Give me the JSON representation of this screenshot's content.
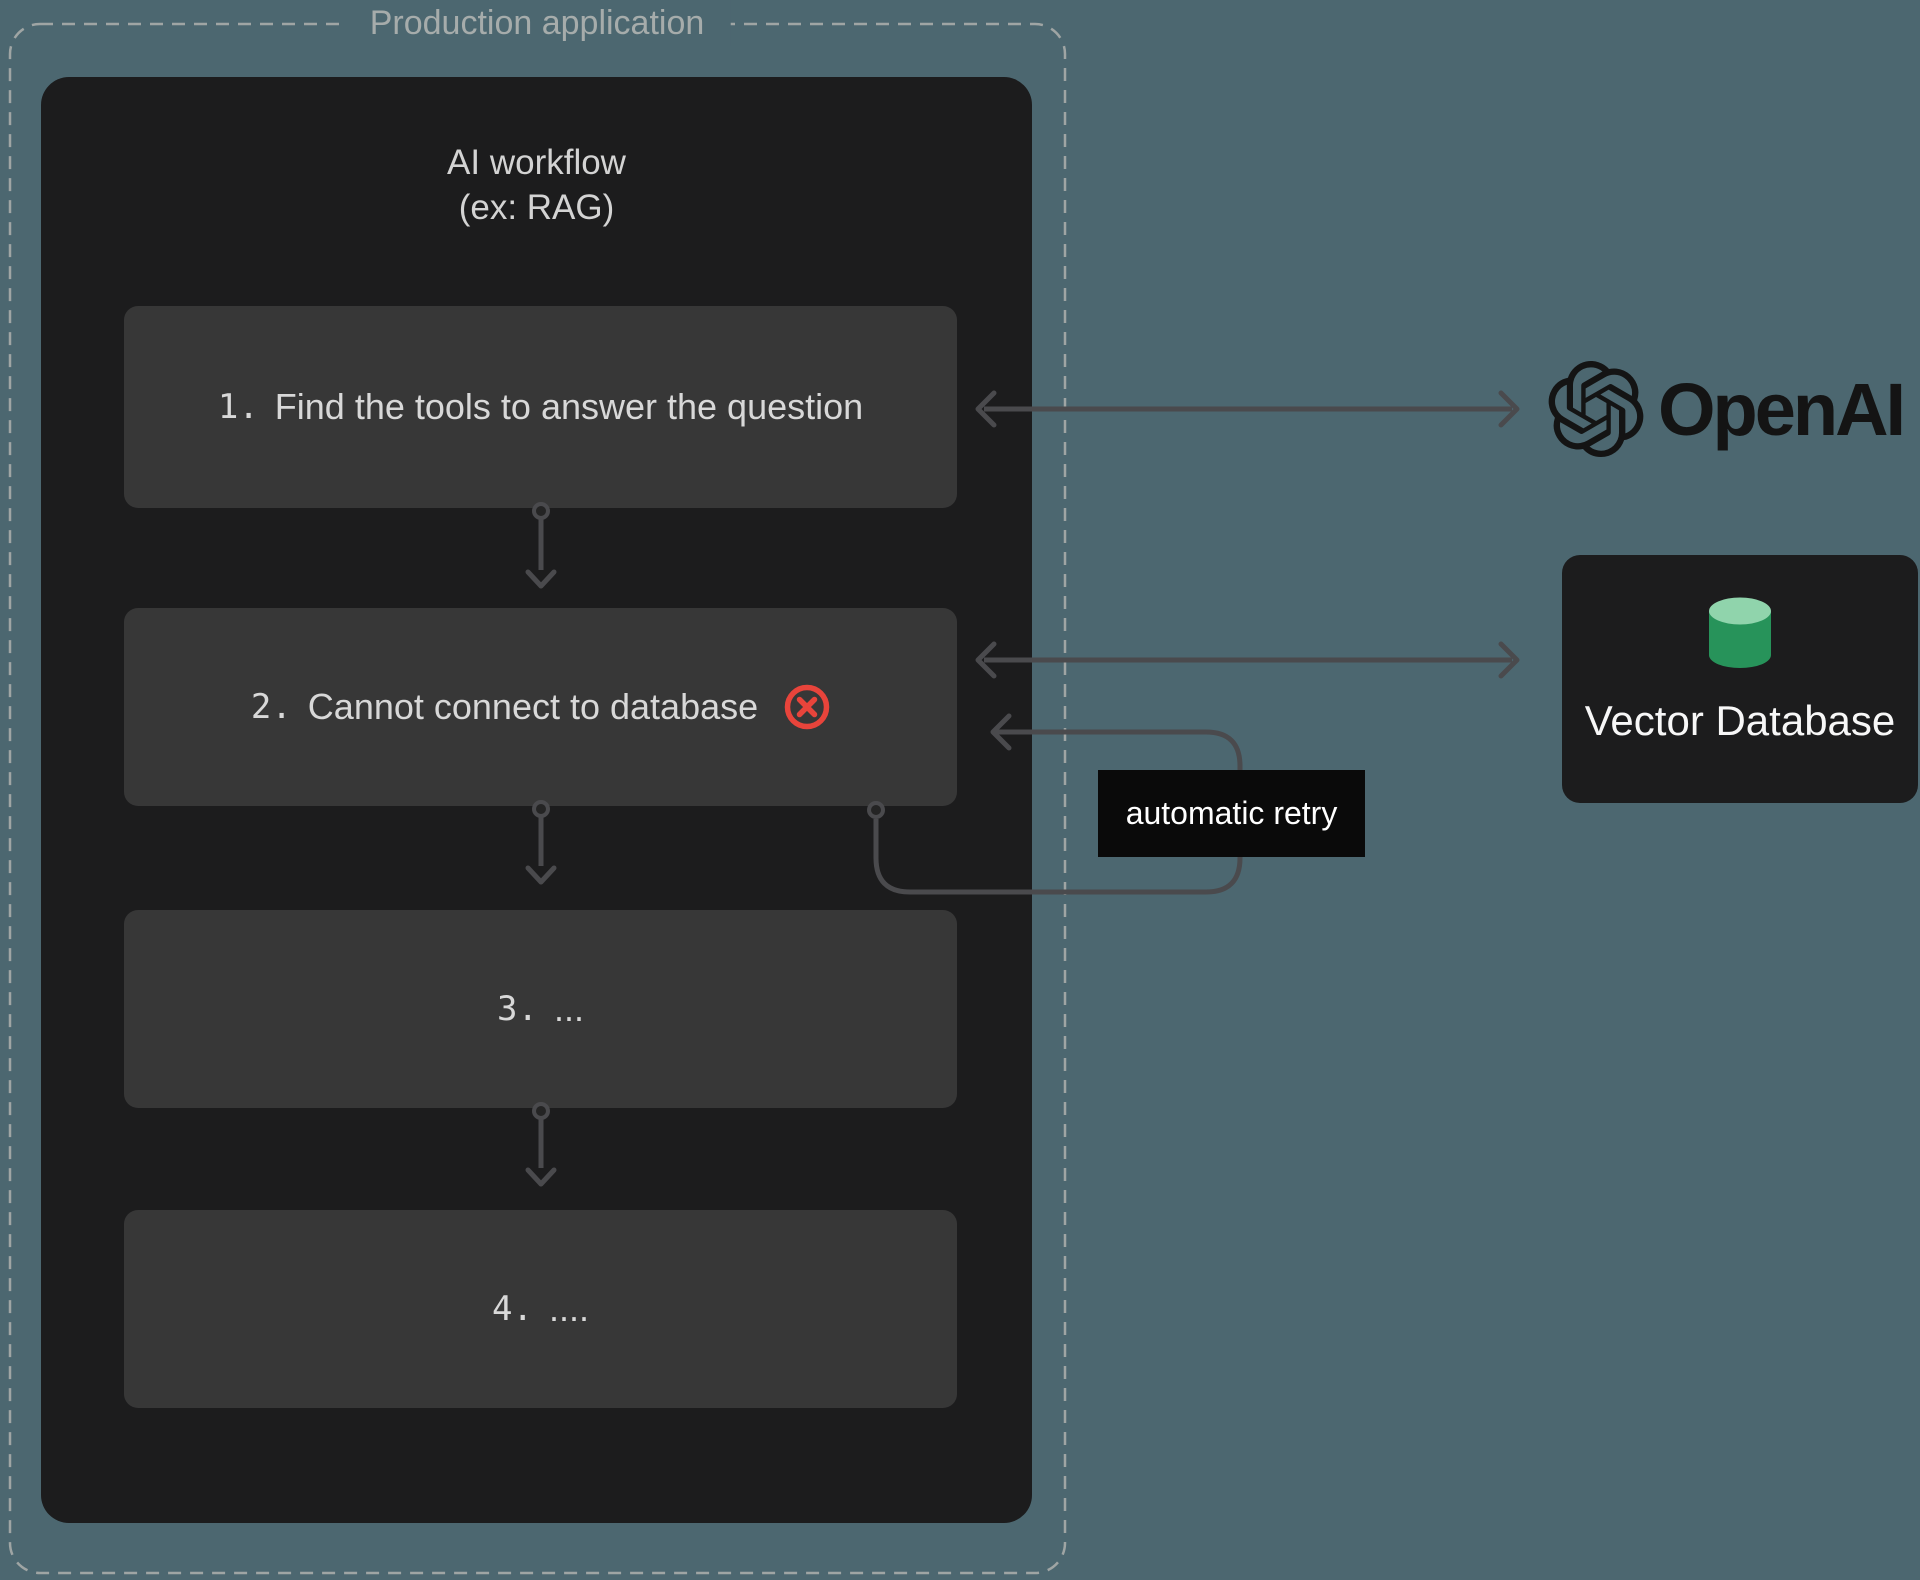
{
  "colors": {
    "background": "#4c6770",
    "panel_dark": "#1c1c1d",
    "step_box": "#373737",
    "step_text": "#d8d8d8",
    "connector_gray": "#4a4a4d",
    "dashed_border_gray": "#9fa5a4",
    "error_red": "#e8443b",
    "retry_box_black": "#0a0a0a",
    "retry_text_white": "#ffffff",
    "db_green_top": "#90d4ac",
    "db_green_body": "#27935a",
    "logo_black": "#141414"
  },
  "production": {
    "label": "Production application"
  },
  "workflow": {
    "title_line1": "AI workflow",
    "title_line2": "(ex: RAG)",
    "steps": [
      {
        "number": "1.",
        "label": "Find the tools to answer the question",
        "has_error": false
      },
      {
        "number": "2.",
        "label": "Cannot connect to database",
        "has_error": true
      },
      {
        "number": "3.",
        "label": "...",
        "has_error": false
      },
      {
        "number": "4.",
        "label": "....",
        "has_error": false
      }
    ]
  },
  "retry": {
    "label": "automatic retry"
  },
  "integrations": {
    "openai": {
      "wordmark": "OpenAI"
    },
    "vector_database": {
      "label": "Vector Database"
    }
  }
}
